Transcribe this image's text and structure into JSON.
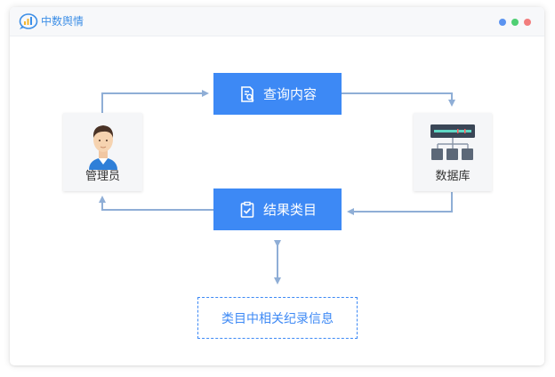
{
  "app": {
    "brand": "中数舆情"
  },
  "window_controls": {
    "colors": [
      "#5b93f0",
      "#4fcf73",
      "#f27d7d"
    ]
  },
  "diagram": {
    "query_box": {
      "label": "查询内容",
      "icon": "search-document-icon"
    },
    "result_box": {
      "label": "结果类目",
      "icon": "clipboard-check-icon"
    },
    "admin_card": {
      "label": "管理员",
      "icon": "user-avatar-icon"
    },
    "database_card": {
      "label": "数据库",
      "icon": "database-server-icon"
    },
    "detail_box": {
      "label": "类目中相关纪录信息"
    },
    "colors": {
      "accent": "#3d89f5",
      "arrow": "#8faed6"
    }
  }
}
